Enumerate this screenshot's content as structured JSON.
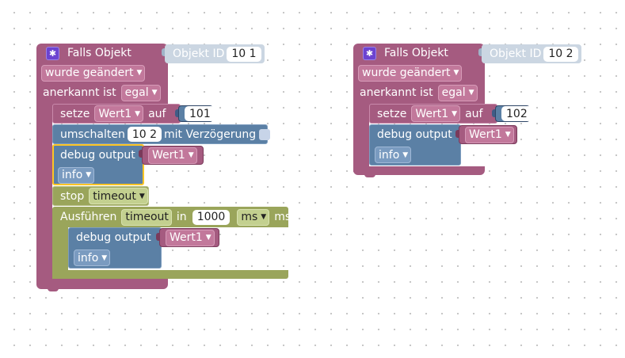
{
  "colors": {
    "event": "#a55b80",
    "logic": "#5b80a5",
    "control": "#9aa55b",
    "outline": "#fdc524"
  },
  "group1": {
    "header_icon": "gear-icon",
    "header_label": "Falls Objekt",
    "object_id_label": "Objekt ID",
    "object_id_value": "10 1",
    "trigger_dropdown": "wurde geändert",
    "ack_label": "anerkannt ist",
    "ack_dropdown": "egal",
    "set_label": "setze",
    "set_var_dropdown": "Wert1",
    "set_to_label": "auf",
    "set_value": "101",
    "switch_label": "umschalten",
    "switch_id": "10 2",
    "switch_delay_label": "mit Verzögerung",
    "debug1_label": "debug output",
    "debug1_var": "Wert1",
    "debug1_level": "info",
    "stop_label": "stop",
    "stop_dropdown": "timeout",
    "exec_label": "Ausführen",
    "exec_timer_name": "timeout",
    "exec_in_label": "in",
    "exec_delay": "1000",
    "exec_unit_dropdown": "ms",
    "exec_unit_label": "ms",
    "debug2_label": "debug output",
    "debug2_var": "Wert1",
    "debug2_level": "info"
  },
  "group2": {
    "header_icon": "gear-icon",
    "header_label": "Falls Objekt",
    "object_id_label": "Objekt ID",
    "object_id_value": "10 2",
    "trigger_dropdown": "wurde geändert",
    "ack_label": "anerkannt ist",
    "ack_dropdown": "egal",
    "set_label": "setze",
    "set_var_dropdown": "Wert1",
    "set_to_label": "auf",
    "set_value": "102",
    "debug_label": "debug output",
    "debug_var": "Wert1",
    "debug_level": "info"
  }
}
